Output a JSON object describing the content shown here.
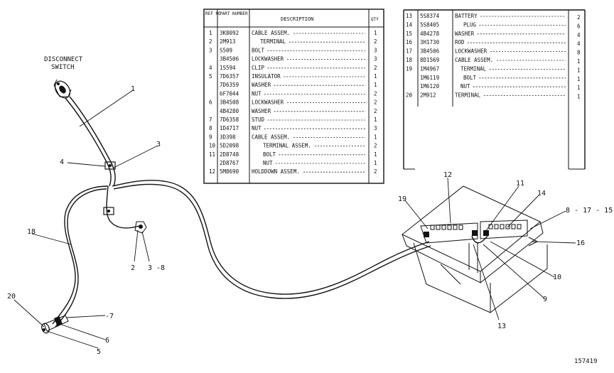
{
  "labels": {
    "disconnect_switch_line1": "DISCONNECT",
    "disconnect_switch_line2": "SWITCH",
    "figure_number": "157419"
  },
  "callouts": {
    "c1": "1",
    "c3": "3",
    "c4": "4",
    "c18": "18",
    "c2": "2",
    "c38": "3 -8",
    "c20": "20",
    "c7": "-7",
    "c6": "6",
    "c5": "5",
    "c12": "12",
    "c19": "19",
    "c11": "11",
    "c14": "14",
    "c81715": "8 - 17 - 15",
    "c16": "16",
    "c10": "10",
    "c9": "9",
    "c13": "13"
  },
  "parts_table_left": {
    "headers": {
      "ref_no": "REF NO",
      "part_number": "PART NUMBER",
      "description": "DESCRIPTION",
      "qty": "QTY"
    },
    "rows": [
      {
        "ref": "1",
        "part": "3K8092",
        "desc": "CABLE ASSEM.",
        "qty": "1"
      },
      {
        "ref": "2",
        "part": "2M913",
        "desc": "TERMINAL",
        "qty": "2"
      },
      {
        "ref": "3",
        "part": "S509",
        "desc": "BOLT",
        "qty": "3"
      },
      {
        "ref": "",
        "part": "3B4506",
        "desc": "LOCKWASHER",
        "qty": "3"
      },
      {
        "ref": "4",
        "part": "1S594",
        "desc": "CLIP",
        "qty": "2"
      },
      {
        "ref": "5",
        "part": "7D6357",
        "desc": "INSULATOR",
        "qty": "1"
      },
      {
        "ref": "",
        "part": "7D6359",
        "desc": "WASHER",
        "qty": "1"
      },
      {
        "ref": "",
        "part": "6F7044",
        "desc": "NUT",
        "qty": "2"
      },
      {
        "ref": "6",
        "part": "3B4508",
        "desc": "LOCKWASHER",
        "qty": "2"
      },
      {
        "ref": "",
        "part": "4B4280",
        "desc": "WASHER",
        "qty": "2"
      },
      {
        "ref": "7",
        "part": "7D6358",
        "desc": "STUD",
        "qty": "1"
      },
      {
        "ref": "8",
        "part": "1D4717",
        "desc": "NUT",
        "qty": "3"
      },
      {
        "ref": "9",
        "part": "3D398",
        "desc": "CABLE ASSEM.",
        "qty": "1"
      },
      {
        "ref": "10",
        "part": "5D2098",
        "desc": "TERMINAL ASSEM.",
        "qty": "2"
      },
      {
        "ref": "11",
        "part": "2D8748",
        "desc": "BOLT",
        "qty": "1"
      },
      {
        "ref": "",
        "part": "2D8767",
        "desc": "NUT",
        "qty": "1"
      },
      {
        "ref": "12",
        "part": "5M8690",
        "desc": "HOLDDOWN ASSEM.",
        "qty": "2"
      }
    ]
  },
  "parts_table_right": {
    "rows": [
      {
        "ref": "13",
        "part": "5S8374",
        "desc": "BATTERY",
        "qty": "2"
      },
      {
        "ref": "14",
        "part": "5S8405",
        "desc": "PLUG",
        "qty": "6"
      },
      {
        "ref": "15",
        "part": "4B4278",
        "desc": "WASHER",
        "qty": "4"
      },
      {
        "ref": "16",
        "part": "3H1730",
        "desc": "ROD",
        "qty": "4"
      },
      {
        "ref": "17",
        "part": "3B4506",
        "desc": "LOCKWASHER",
        "qty": "8"
      },
      {
        "ref": "18",
        "part": "8D1569",
        "desc": "CABLE ASSEM.",
        "qty": "1"
      },
      {
        "ref": "19",
        "part": "1M4967",
        "desc": "TERMINAL",
        "qty": "1"
      },
      {
        "ref": "",
        "part": "1M6119",
        "desc": "BOLT",
        "qty": "1"
      },
      {
        "ref": "",
        "part": "1M6120",
        "desc": "NUT",
        "qty": "1"
      },
      {
        "ref": "20",
        "part": "2M912",
        "desc": "TERMINAL",
        "qty": "1"
      }
    ]
  }
}
